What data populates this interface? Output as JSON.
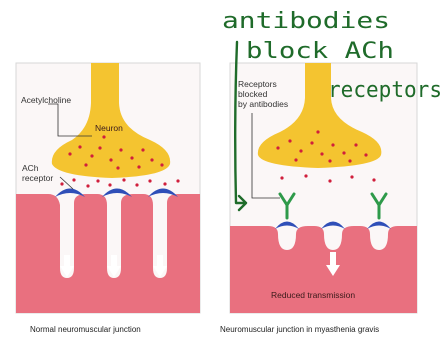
{
  "left_panel": {
    "acetylcholine_label": "Acetylcholine",
    "neuron_label": "Neuron",
    "receptor_label_line1": "ACh",
    "receptor_label_line2": "receptor",
    "caption": "Normal neuromuscular junction"
  },
  "right_panel": {
    "blocked_label_line1": "Receptors",
    "blocked_label_line2": "blocked",
    "blocked_label_line3": "by antibodies",
    "reduced_label": "Reduced transmission",
    "caption": "Neuromuscular junction in myasthenia gravis"
  },
  "handwritten_note": {
    "line1": "antibodies",
    "line2": "block ACh",
    "line3": "receptors"
  },
  "colors": {
    "neuron": "#f4c430",
    "muscle": "#e9707f",
    "receptor": "#2f4fb8",
    "antibody": "#2e9a4a",
    "vesicle": "#d01f3c",
    "handwriting": "#1f6b2a"
  }
}
